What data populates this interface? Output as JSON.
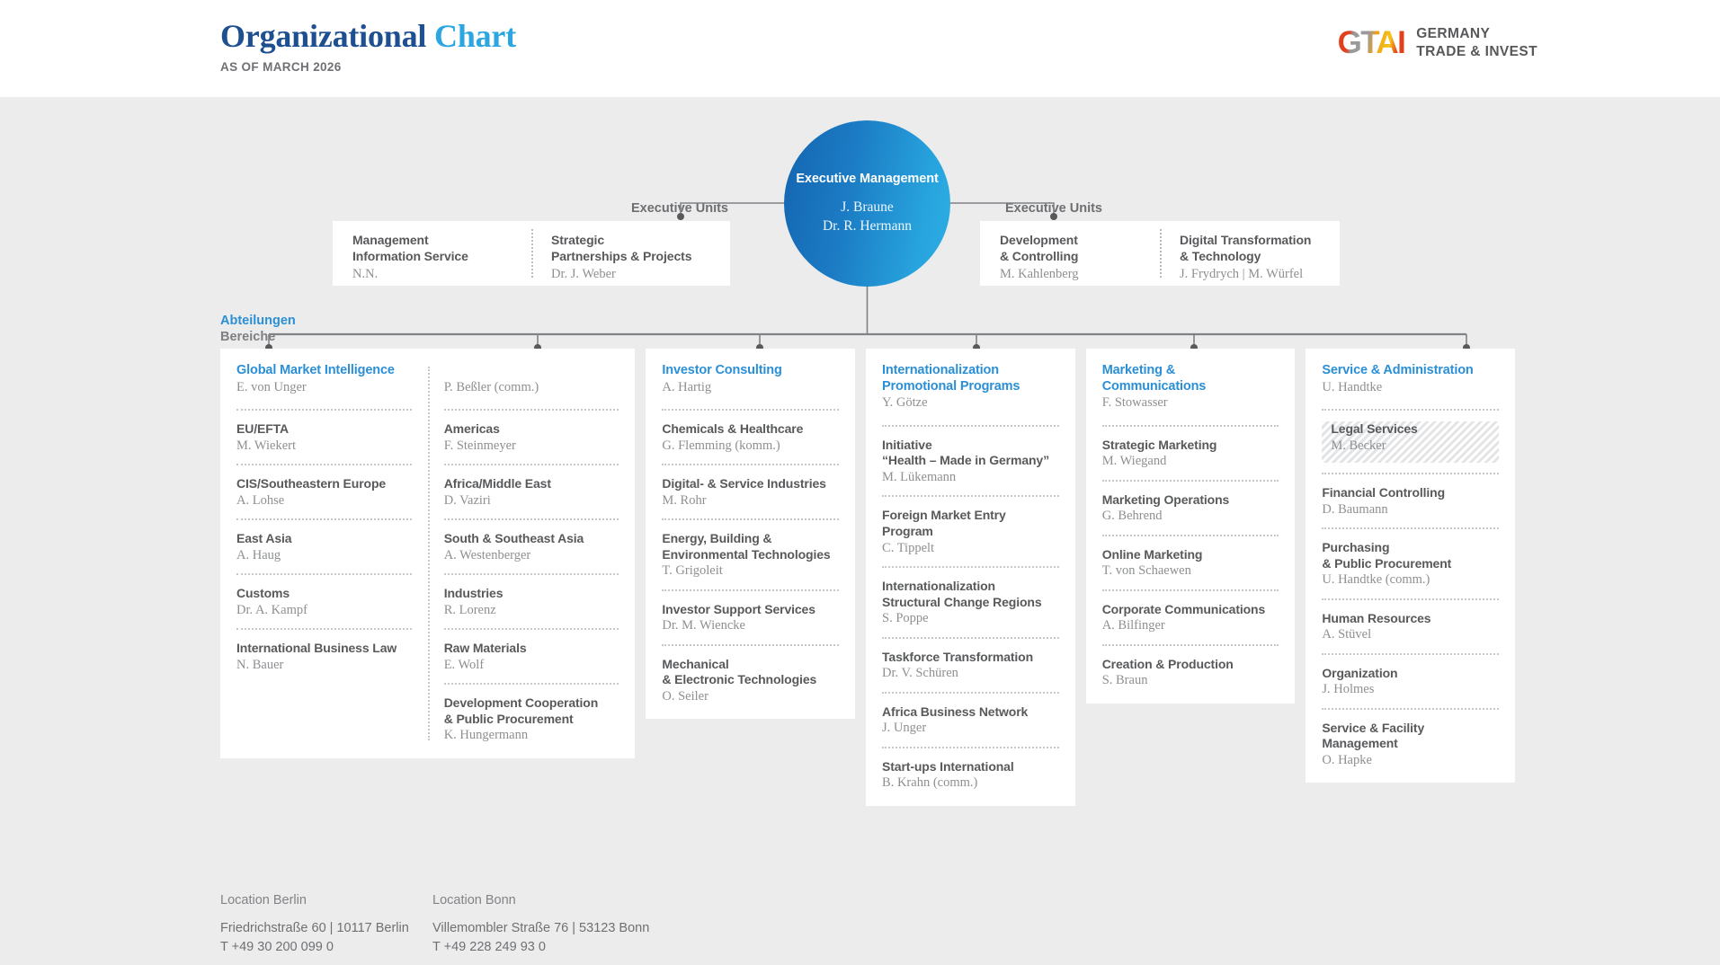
{
  "header": {
    "title_part1": "Organizational",
    "title_part2": "Chart",
    "subtitle": "AS OF MARCH 2026",
    "logo_mark": "GTAI",
    "logo_line1": "GERMANY",
    "logo_line2": "TRADE & INVEST",
    "colors": {
      "title_dark": "#1d4f91",
      "title_light": "#2ba6e0",
      "accent_blue": "#2b8fd6"
    }
  },
  "executive": {
    "title": "Executive Management",
    "person1": "J. Braune",
    "person2": "Dr. R. Hermann"
  },
  "executive_units": {
    "label_left": "Executive Units",
    "label_right": "Executive Units",
    "left_box": [
      {
        "name": "Management\nInformation Service",
        "person": "N.N."
      },
      {
        "name": "Strategic\nPartnerships & Projects",
        "person": "Dr. J. Weber"
      }
    ],
    "right_box": [
      {
        "name": "Development\n& Controlling",
        "person": "M. Kahlenberg"
      },
      {
        "name": "Digital Transformation\n& Technology",
        "person": "J. Frydrych | M. Würfel"
      }
    ]
  },
  "departments_label": {
    "line1": "Abteilungen",
    "line2": "Bereiche"
  },
  "departments": [
    {
      "name": "Global Market Intelligence",
      "person": "E. von Unger",
      "person2": "P. Beßler (comm.)",
      "width": "wide",
      "col_left": [
        {
          "name": "EU/EFTA",
          "person": "M. Wiekert"
        },
        {
          "name": "CIS/Southeastern Europe",
          "person": "A. Lohse"
        },
        {
          "name": "East Asia",
          "person": "A. Haug"
        },
        {
          "name": "Customs",
          "person": "Dr. A. Kampf"
        },
        {
          "name": "International Business Law",
          "person": "N. Bauer"
        }
      ],
      "col_right": [
        {
          "name": "Americas",
          "person": "F. Steinmeyer"
        },
        {
          "name": "Africa/Middle East",
          "person": "D. Vaziri"
        },
        {
          "name": "South & Southeast Asia",
          "person": "A. Westenberger"
        },
        {
          "name": "Industries",
          "person": "R. Lorenz"
        },
        {
          "name": "Raw Materials",
          "person": "E. Wolf"
        },
        {
          "name": "Development Cooperation\n& Public Procurement",
          "person": "K. Hungermann"
        }
      ]
    },
    {
      "name": "Investor Consulting",
      "person": "A. Hartig",
      "width": "narrow",
      "col_left": [
        {
          "name": "Chemicals & Healthcare",
          "person": "G. Flemming (komm.)"
        },
        {
          "name": "Digital- & Service Industries",
          "person": "M. Rohr"
        },
        {
          "name": "Energy, Building &\nEnvironmental Technologies",
          "person": "T. Grigoleit"
        },
        {
          "name": "Investor Support Services",
          "person": "Dr. M. Wiencke"
        },
        {
          "name": "Mechanical\n& Electronic Technologies",
          "person": "O. Seiler"
        }
      ]
    },
    {
      "name": "Internationalization\nPromotional Programs",
      "person": "Y. Götze",
      "width": "narrow",
      "col_left": [
        {
          "name": "Initiative\n“Health – Made in Germany”",
          "person": "M. Lükemann"
        },
        {
          "name": "Foreign Market Entry Program",
          "person": "C. Tippelt"
        },
        {
          "name": "Internationalization\nStructural Change Regions",
          "person": "S. Poppe"
        },
        {
          "name": "Taskforce Transformation",
          "person": "Dr. V. Schüren"
        },
        {
          "name": "Africa Business Network",
          "person": "J. Unger"
        },
        {
          "name": "Start-ups International",
          "person": "B. Krahn (comm.)"
        }
      ]
    },
    {
      "name": "Marketing & Communications",
      "person": "F. Stowasser",
      "width": "narrow",
      "col_left": [
        {
          "name": "Strategic Marketing",
          "person": "M. Wiegand"
        },
        {
          "name": "Marketing Operations",
          "person": "G. Behrend"
        },
        {
          "name": "Online Marketing",
          "person": "T. von Schaewen"
        },
        {
          "name": "Corporate Communications",
          "person": "A. Bilfinger"
        },
        {
          "name": "Creation & Production",
          "person": "S. Braun"
        }
      ]
    },
    {
      "name": "Service & Administration",
      "person": "U. Handtke",
      "width": "narrow",
      "col_left": [
        {
          "name": "Legal Services",
          "person": "M. Becker",
          "hatched": true
        },
        {
          "name": "Financial Controlling",
          "person": "D. Baumann"
        },
        {
          "name": "Purchasing\n& Public Procurement",
          "person": "U. Handtke (comm.)"
        },
        {
          "name": "Human Resources",
          "person": "A. Stüvel"
        },
        {
          "name": "Organization",
          "person": "J. Holmes"
        },
        {
          "name": "Service & Facility\nManagement",
          "person": "O. Hapke"
        }
      ]
    }
  ],
  "footer": [
    {
      "title": "Location Berlin",
      "address": "Friedrichstraße 60 | 10117 Berlin",
      "phone": "T +49 30 200 099 0"
    },
    {
      "title": "Location Bonn",
      "address": "Villemombler Straße 76 | 53123 Bonn",
      "phone": "T +49 228 249 93 0"
    }
  ]
}
